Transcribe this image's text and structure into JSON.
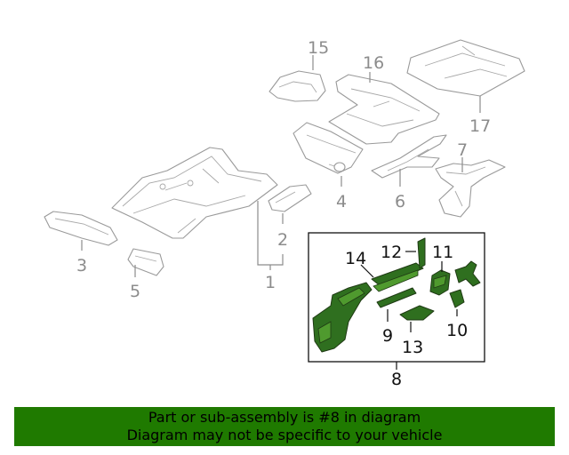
{
  "callouts": {
    "n1": "1",
    "n2": "2",
    "n3": "3",
    "n4": "4",
    "n5": "5",
    "n6": "6",
    "n7": "7",
    "n8": "8",
    "n9": "9",
    "n10": "10",
    "n11": "11",
    "n12": "12",
    "n13": "13",
    "n14": "14",
    "n15": "15",
    "n16": "16",
    "n17": "17"
  },
  "banner": {
    "line1": "Part or sub-assembly is #8 in diagram",
    "line2": "Diagram may not be specific to your vehicle"
  },
  "colors": {
    "highlight": "#2f6f1f",
    "banner": "#1f7a00",
    "outline": "#9a9a9a"
  },
  "highlighted_part": "8"
}
